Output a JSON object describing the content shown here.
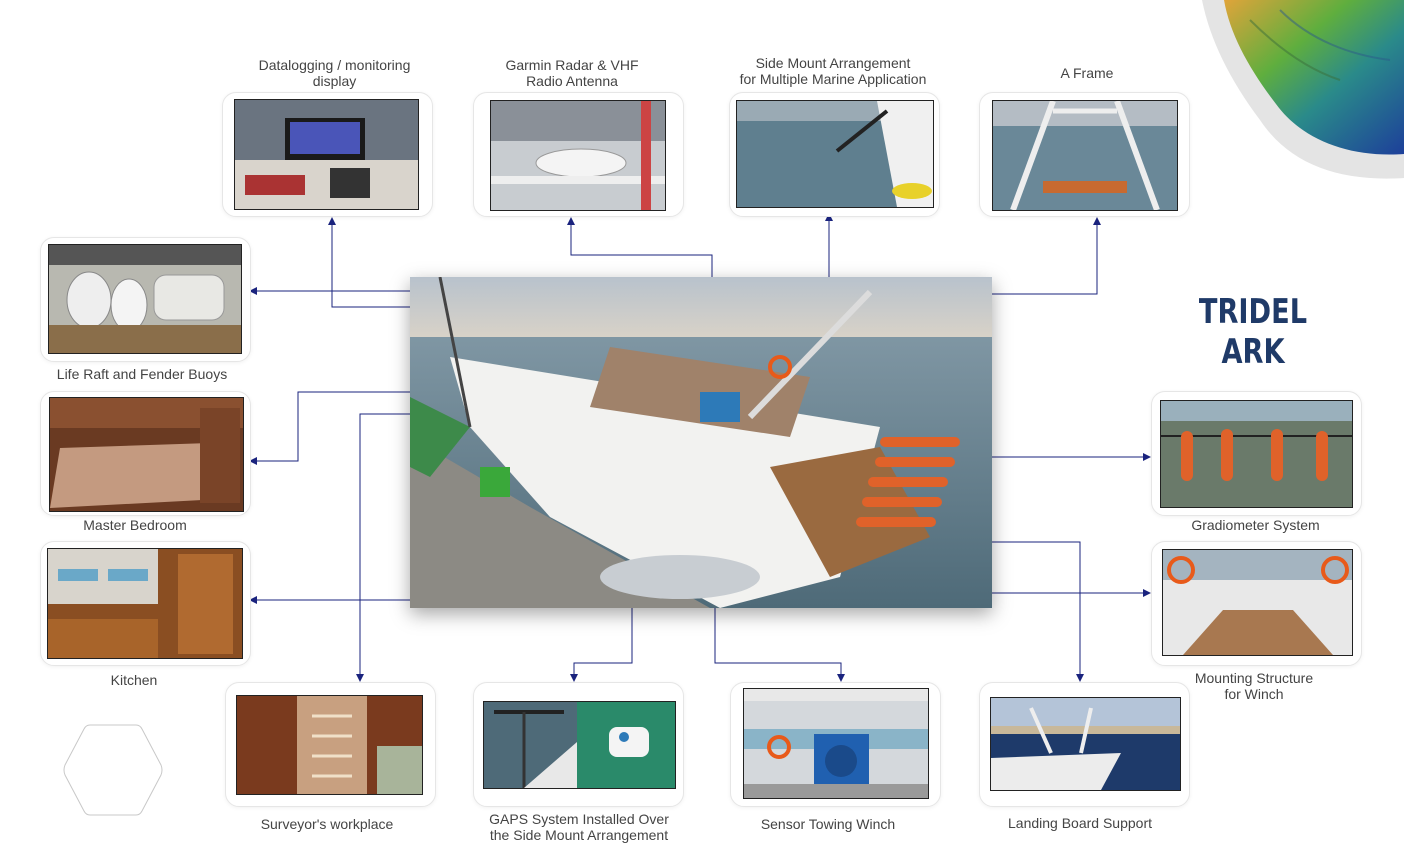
{
  "brand": {
    "title": "TRIDEL ARK",
    "color": "#1f3a68"
  },
  "connector_color": "#1a237e",
  "central": {
    "icon": "boat-photo"
  },
  "items": [
    {
      "id": "datalogging",
      "label": "Datalogging / monitoring\ndisplay",
      "icon": "monitor-photo"
    },
    {
      "id": "radar",
      "label": "Garmin Radar & VHF\nRadio Antenna",
      "icon": "radar-photo"
    },
    {
      "id": "side-mount",
      "label": "Side Mount Arrangement\nfor Multiple Marine Application",
      "icon": "sea-photo"
    },
    {
      "id": "a-frame",
      "label": "A Frame",
      "icon": "a-frame-photo"
    },
    {
      "id": "life-raft",
      "label": "Life Raft and Fender Buoys",
      "icon": "raft-photo"
    },
    {
      "id": "bedroom",
      "label": "Master Bedroom",
      "icon": "bedroom-photo"
    },
    {
      "id": "kitchen",
      "label": "Kitchen",
      "icon": "kitchen-photo"
    },
    {
      "id": "gradiometer",
      "label": "Gradiometer System",
      "icon": "gradiometer-photo"
    },
    {
      "id": "mounting",
      "label": "Mounting Structure\nfor Winch",
      "icon": "deck-photo"
    },
    {
      "id": "surveyor",
      "label": "Surveyor's workplace",
      "icon": "cabin-photo"
    },
    {
      "id": "gaps",
      "label": "GAPS System Installed Over\nthe Side Mount Arrangement",
      "icon": "gaps-photo"
    },
    {
      "id": "winch",
      "label": "Sensor Towing Winch",
      "icon": "winch-photo"
    },
    {
      "id": "landing",
      "label": "Landing Board Support",
      "icon": "harbor-photo"
    }
  ]
}
